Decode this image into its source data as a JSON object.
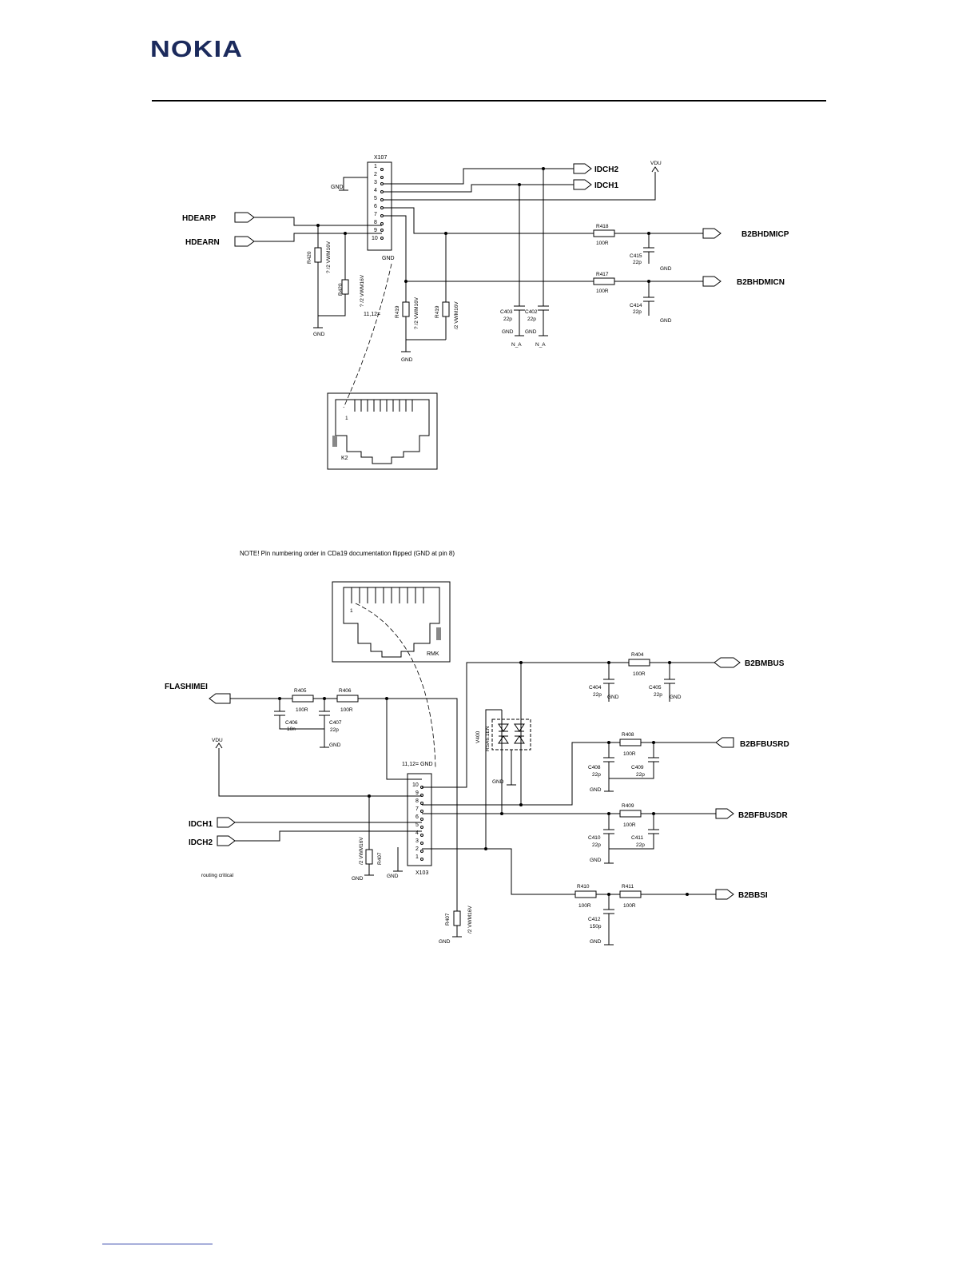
{
  "header": {
    "logo": "NOKIA"
  },
  "top": {
    "connector": "X107",
    "pins": [
      "1",
      "2",
      "3",
      "4",
      "5",
      "6",
      "7",
      "8",
      "9",
      "10"
    ],
    "pin_note": "11,12=",
    "nets": {
      "hdearp": "HDEARP",
      "hdearn": "HDEARN",
      "idch2": "IDCH2",
      "idch1": "IDCH1",
      "vdu": "VDU",
      "b2bhdmicp": "B2BHDMICP",
      "b2bhdmicn": "B2BHDMICN"
    },
    "gnd": "GND",
    "na": "N_A",
    "r418": {
      "ref": "R418",
      "value": "100R"
    },
    "r417": {
      "ref": "R417",
      "value": "100R"
    },
    "c415": {
      "ref": "C415",
      "value": "22p"
    },
    "c414": {
      "ref": "C414",
      "value": "22p"
    },
    "c403": {
      "ref": "C403",
      "value": "22p"
    },
    "c402": {
      "ref": "C402",
      "value": "22p"
    },
    "r420a": {
      "ref": "R420",
      "value": "? /2 VWM16V"
    },
    "r420b": {
      "ref": "R420",
      "value": "? /2 VWM16V"
    },
    "r419a": {
      "ref": "R419",
      "value": "? /2 VWM16V"
    },
    "r419b": {
      "ref": "R419",
      "value": "/2 VWM16V"
    },
    "jack": {
      "ref": "K2",
      "pin1": "1"
    }
  },
  "bottom": {
    "note": "NOTE! Pin numbering order in CDa19 documentation flipped (GND at pin 8)",
    "connector": "X103",
    "pins": [
      "10",
      "9",
      "8",
      "7",
      "6",
      "5",
      "4",
      "3",
      "2",
      "1"
    ],
    "pin_note": "11,12= GND",
    "jack": {
      "ref": "RMK",
      "pin1": "1"
    },
    "nets": {
      "flashimei": "FLASHIMEI",
      "vdu": "VDU",
      "idch1": "IDCH1",
      "idch2": "IDCH2",
      "b2bmbus": "B2BMBUS",
      "b2bfbusrd": "B2BFBUSRD",
      "b2bfbusdr": "B2BFBUSDR",
      "b2bbsi": "B2BBSI"
    },
    "gnd": "GND",
    "routing": "routing critical",
    "r405": {
      "ref": "R405",
      "value": "100R"
    },
    "r406": {
      "ref": "R406",
      "value": "100R"
    },
    "c406": {
      "ref": "C406",
      "value": "10n"
    },
    "c407": {
      "ref": "C407",
      "value": "22p"
    },
    "r404": {
      "ref": "R404",
      "value": "100R"
    },
    "c404": {
      "ref": "C404",
      "value": "22p"
    },
    "c405": {
      "ref": "C405",
      "value": "22p"
    },
    "r408": {
      "ref": "R408",
      "value": "100R"
    },
    "c408": {
      "ref": "C408",
      "value": "22p"
    },
    "c409": {
      "ref": "C409",
      "value": "22p"
    },
    "r409": {
      "ref": "R409",
      "value": "100R"
    },
    "c410": {
      "ref": "C410",
      "value": "22p"
    },
    "c411": {
      "ref": "C411",
      "value": "22p"
    },
    "r410": {
      "ref": "R410",
      "value": "100R"
    },
    "r411": {
      "ref": "R411",
      "value": "100R"
    },
    "c412": {
      "ref": "C412",
      "value": "150p"
    },
    "v400": {
      "ref": "V400",
      "value": "RSA6.1EN"
    },
    "r407a": {
      "ref": "R407",
      "value": "/2 VWM16V"
    },
    "r407b": {
      "ref": "R407",
      "value": "/2 VWM16V"
    }
  }
}
